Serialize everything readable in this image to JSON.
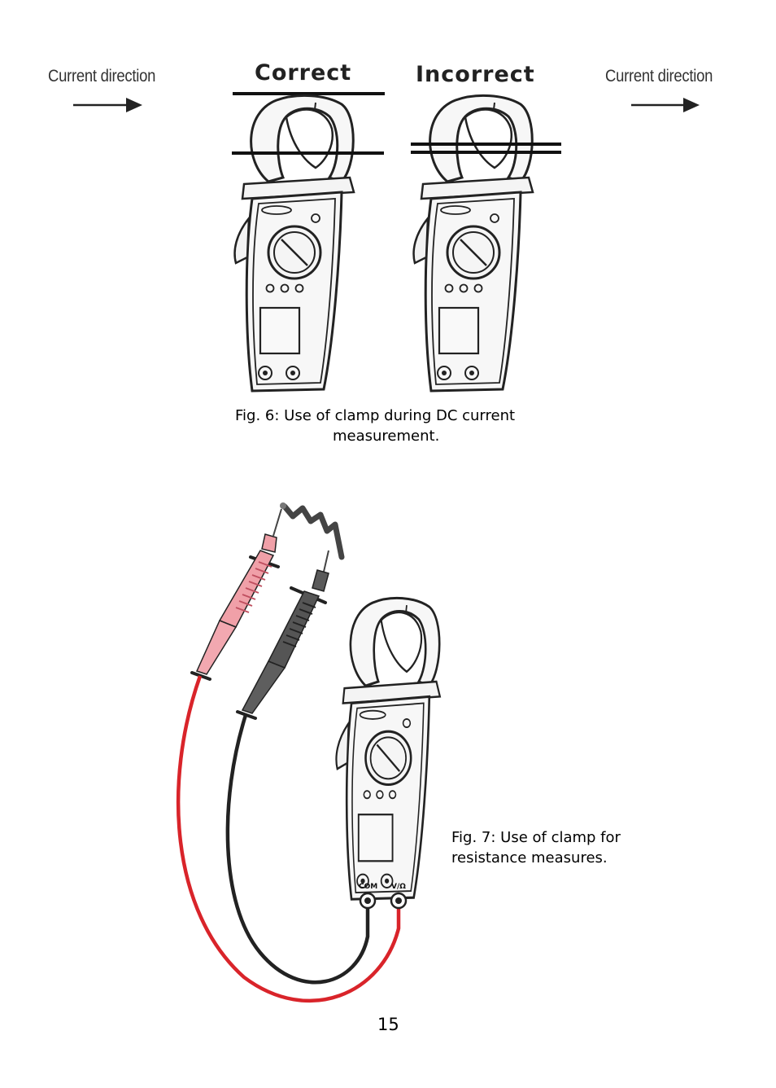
{
  "fig6": {
    "left_direction_label": "Current direction",
    "right_direction_label": "Current direction",
    "correct_label": "Correct",
    "incorrect_label": "Incorrect",
    "caption_line1": "Fig.  6: Use of clamp during DC current",
    "caption_line2": "measurement."
  },
  "fig7": {
    "caption_line1": "Fig.  7: Use of clamp for",
    "caption_line2": "resistance measures.",
    "com_label": "COM",
    "vohm_label": "V/Ω"
  },
  "page_number": "15",
  "colors": {
    "red_lead": "#d9242a",
    "black_lead": "#333333",
    "pink_probe": "#f0a0a8",
    "gray_probe": "#5a5a5a"
  }
}
